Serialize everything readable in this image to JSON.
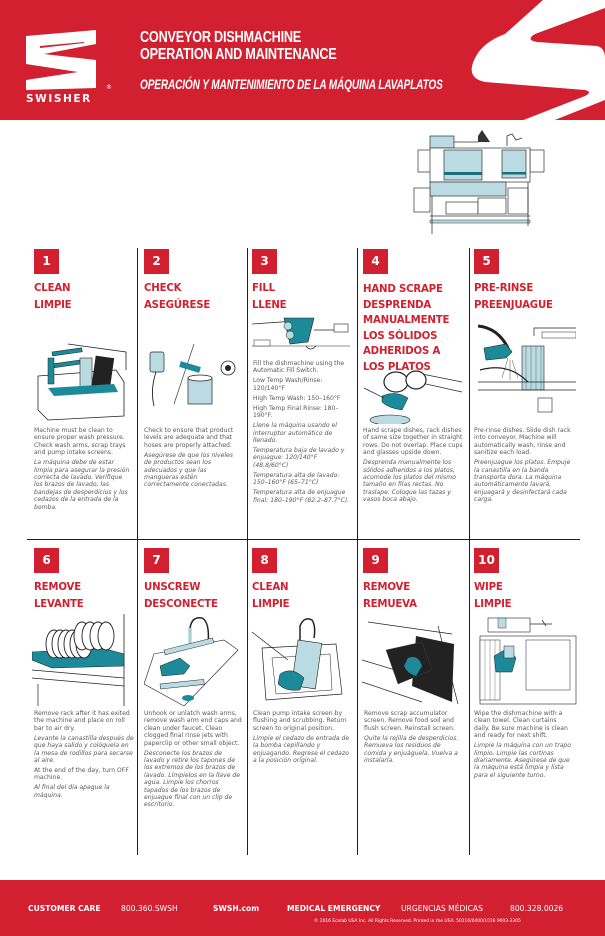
{
  "brand": {
    "name": "SWISHER",
    "registered_mark": "®",
    "colors": {
      "primary_red": "#d22030",
      "teal": "#1d8a99",
      "light_blue": "#b9dbe1",
      "text_gray": "#58595b",
      "rule_black": "#231f20"
    }
  },
  "header": {
    "title_en_line1": "CONVEYOR DISHMACHINE",
    "title_en_line2": "OPERATION AND MAINTENANCE",
    "title_es": "OPERACIÓN Y MANTENIMIENTO DE LA MÁQUINA LAVAPLATOS"
  },
  "steps": [
    {
      "number": "1",
      "title_en": "CLEAN",
      "title_es": "LIMPIE",
      "text_en": [
        "Machine must be clean to ensure proper wash pressure. Check wash arms, scrap trays and pump intake screens."
      ],
      "text_es": [
        "La máquina debe de estar limpia para asegurar la presión correcta de lavado. Verifique los brazos de lavado, las bandejas de desperdicios y los cedazos de la entrada de la bomba."
      ]
    },
    {
      "number": "2",
      "title_en": "CHECK",
      "title_es": "ASEGÚRESE",
      "text_en": [
        "Check to ensure that product levels are adequate and that hoses are properly attached."
      ],
      "text_es": [
        "Asegúrese de que los niveles de productos sean los adecuados y que las mangueras estén correctamente conectadas."
      ]
    },
    {
      "number": "3",
      "title_en": "FILL",
      "title_es": "LLENE",
      "text_en": [
        "Fill the dishmachine using the Automatic Fill Switch.",
        "Low Temp Wash/Rinse: 120/140°F",
        "High Temp Wash: 150–160°F",
        "High Temp Final Rinse: 180–190°F."
      ],
      "text_es": [
        "Llene la máquina usando el interruptor automático de llenado.",
        "Temperatura baja de lavado y enjuague: 120/140°F (48.8/60°C)",
        "Temperatura alta de lavado: 150–160°F (65–71°C)",
        "Temperatura alta de enjuague final: 180–190°F (82.2–87.7°C)."
      ]
    },
    {
      "number": "4",
      "title_en": "HAND SCRAPE",
      "title_es": "DESPRENDA MANUALMENTE LOS SÓLIDOS ADHERIDOS A LOS PLATOS",
      "title_es_lines": [
        "DESPRENDA",
        "MANUALMENTE",
        "LOS SÓLIDOS",
        "ADHERIDOS A",
        "LOS PLATOS"
      ],
      "text_en": [
        "Hand scrape dishes, rack dishes of same size together in straight rows. Do not overlap. Place cups and glasses upside down."
      ],
      "text_es": [
        "Desprenda manualmente los sólidos adheridos a los platos, acomode los platos del mismo tamaño en filas rectas. No traslape. Coloque las tazas y vasos boca abajo."
      ]
    },
    {
      "number": "5",
      "title_en": "PRE-RINSE",
      "title_es": "PREENJUAGUE",
      "text_en": [
        "Pre-rinse dishes. Slide dish rack into conveyor. Machine will automatically wash, rinse and sanitize each load."
      ],
      "text_es": [
        "Preenjuague los platos. Empuje la canastilla en la banda transporta dora. La máquina automáticamente lavará, enjuagará y desinfectará cada carga."
      ]
    },
    {
      "number": "6",
      "title_en": "REMOVE",
      "title_es": "LEVANTE",
      "text_en": [
        "Remove rack after it has exited the machine and place on roll bar to air dry."
      ],
      "text_es": [
        "Levante la canastilla después de que haya salido y colóquela en la mesa de rodillos para secarse al aire."
      ],
      "text_en_2": "At the end of the day, turn OFF machine.",
      "text_es_2": "Al final del día apague la máquina."
    },
    {
      "number": "7",
      "title_en": "UNSCREW",
      "title_es": "DESCONECTE",
      "text_en": [
        "Unhook or unlatch wash arms, remove wash arm end caps and clean under faucet. Clean clogged final rinse jets with paperclip or other small object."
      ],
      "text_es": [
        "Desconecte los brazos de lavado y retire los tapones de los extremos de los brazos de lavado. Límpielos en la llave de agua. Limpie los chorros tapados de los brazos de enjuague final con un clip de escritorio."
      ]
    },
    {
      "number": "8",
      "title_en": "CLEAN",
      "title_es": "LIMPIE",
      "text_en": [
        "Clean pump intake screen by flushing and scrubbing. Return screen to original position."
      ],
      "text_es": [
        "Limpie el cedazo de entrada de la bomba cepillando y enjuagando. Regrese el cedazo a la posición original."
      ]
    },
    {
      "number": "9",
      "title_en": "REMOVE",
      "title_es": "REMUEVA",
      "text_en": [
        "Remove scrap accumulator screen. Remove food soil and flush screen. Reinstall screen."
      ],
      "text_es": [
        "Quite la rejilla de desperdicios. Remueva los residuos de comida y enjuáguela. Vuelva a instalarla."
      ]
    },
    {
      "number": "10",
      "title_en": "WIPE",
      "title_es": "LIMPIE",
      "text_en": [
        "Wipe the dishmachine with a clean towel. Clean curtains daily. Be sure machine is clean and ready for next shift."
      ],
      "text_es": [
        "Limpie la máquina con un trapo limpio. Limpie las cortinas diariamente. Asegúrese de que la máquina está limpia y lista para el siguiente turno."
      ]
    }
  ],
  "footer": {
    "customer_care_label": "CUSTOMER CARE",
    "customer_care_phone": "800.360.SWSH",
    "website": "SWSH.com",
    "medical_label": "MEDICAL EMERGENCY",
    "medical_label_es": "URGENCIAS MÉDICAS",
    "medical_phone": "800.328.0026",
    "copyright": "© 2016 Ecolab USA Inc. All Rights Reserved. Printed in the USA. 50216/0400/1016 9003-3305"
  },
  "icons": {
    "logo": "swisher-s-logo",
    "header_decoration": "swoosh-s-shape",
    "machine": "conveyor-dishmachine-illustration"
  }
}
